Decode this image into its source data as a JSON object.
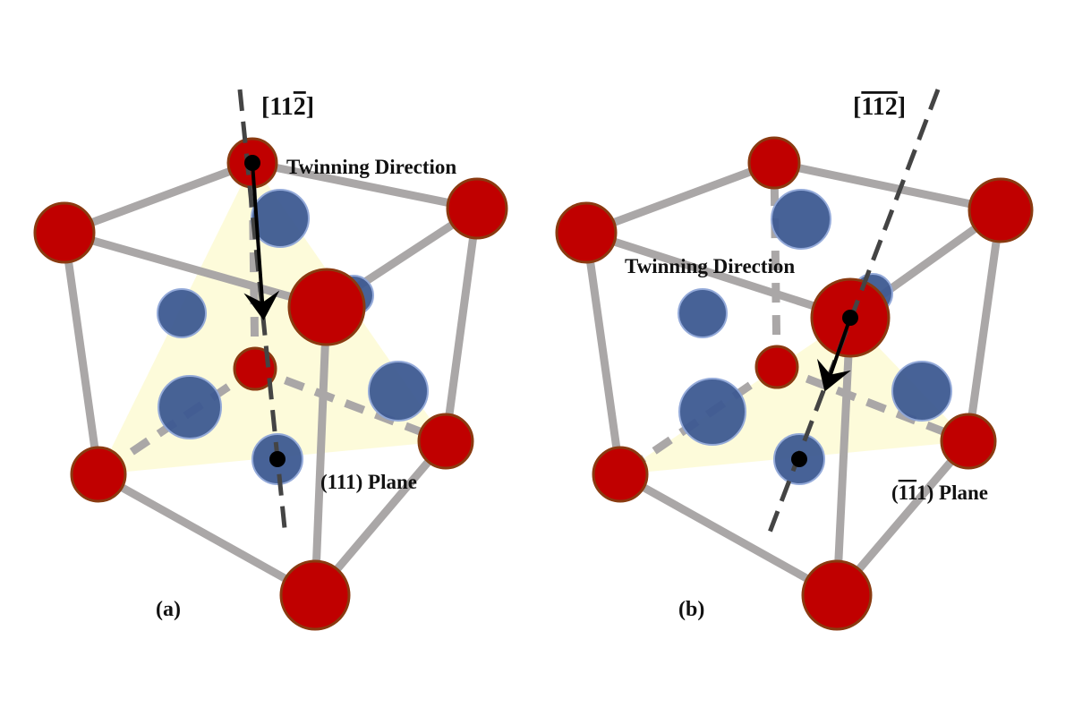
{
  "panels": [
    {
      "id": "a",
      "caption": "(a)",
      "direction_label": {
        "pre": "[11",
        "bar": "2",
        "post": "]"
      },
      "twinning_label": "Twinning Direction",
      "plane_label": {
        "pre": "(",
        "bar": "",
        "plain": "111",
        "post": ") Plane"
      }
    },
    {
      "id": "b",
      "caption": "(b)",
      "direction_label": {
        "pre": "[",
        "bar": "112",
        "post": "]"
      },
      "twinning_label": "Twinning Direction",
      "plane_label": {
        "pre": "(",
        "bar": "11",
        "plain": "1",
        "post": ") Plane"
      }
    }
  ],
  "colors": {
    "atom_corner": "#c00000",
    "atom_face": "#3e5a92",
    "plane": "#fdfbd8",
    "bond": "#aaa7a7"
  }
}
